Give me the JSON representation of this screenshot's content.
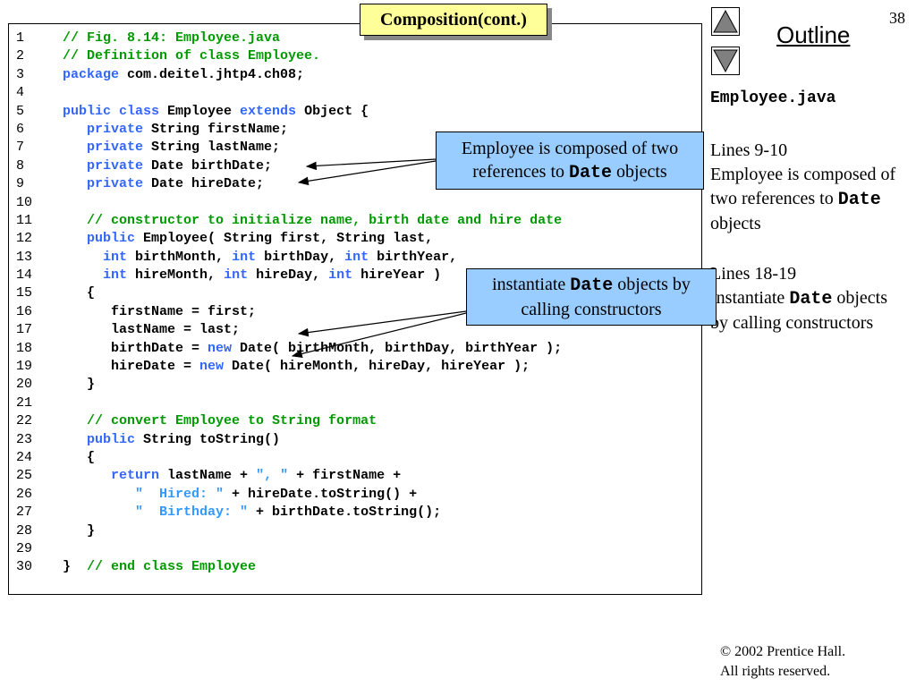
{
  "slide": {
    "title": "Composition(cont.)",
    "page_number": "38",
    "outline_label": "Outline",
    "nav": {
      "up_label": "previous slide",
      "down_label": "next slide"
    }
  },
  "sidebar": {
    "file_name": "Employee.java",
    "note1": {
      "lines": "Lines 9-10",
      "text_before": "Employee is composed of two references to ",
      "code": "Date",
      "text_after": " objects"
    },
    "note2": {
      "lines": "Lines 18-19",
      "text_before": "Instantiate ",
      "code": "Date",
      "text_after": " objects by calling constructors"
    }
  },
  "callouts": {
    "composed": {
      "text_before": "Employee is composed of two references to ",
      "code": "Date",
      "text_after": " objects"
    },
    "instantiate": {
      "text_before": "instantiate ",
      "code": "Date",
      "text_after": " objects by calling constructors"
    }
  },
  "footer": {
    "copyright_symbol": "©",
    "copyright_line1": " 2002 Prentice Hall.",
    "copyright_line2": "All rights reserved."
  },
  "code": [
    {
      "n": "1",
      "t": [
        [
          "c",
          "// Fig. 8.14: Employee.java"
        ]
      ]
    },
    {
      "n": "2",
      "t": [
        [
          "c",
          "// Definition of class Employee."
        ]
      ]
    },
    {
      "n": "3",
      "t": [
        [
          "k",
          "package"
        ],
        [
          "p",
          " com.deitel.jhtp4.ch08;"
        ]
      ]
    },
    {
      "n": "4",
      "t": []
    },
    {
      "n": "5",
      "t": [
        [
          "k",
          "public class"
        ],
        [
          "p",
          " Employee "
        ],
        [
          "k",
          "extends"
        ],
        [
          "p",
          " Object {"
        ]
      ]
    },
    {
      "n": "6",
      "t": [
        [
          "p",
          "   "
        ],
        [
          "k",
          "private"
        ],
        [
          "p",
          " String firstName;"
        ]
      ]
    },
    {
      "n": "7",
      "t": [
        [
          "p",
          "   "
        ],
        [
          "k",
          "private"
        ],
        [
          "p",
          " String lastName;"
        ]
      ]
    },
    {
      "n": "8",
      "t": [
        [
          "p",
          "   "
        ],
        [
          "k",
          "private"
        ],
        [
          "p",
          " Date birthDate;"
        ]
      ]
    },
    {
      "n": "9",
      "t": [
        [
          "p",
          "   "
        ],
        [
          "k",
          "private"
        ],
        [
          "p",
          " Date hireDate;"
        ]
      ]
    },
    {
      "n": "10",
      "t": []
    },
    {
      "n": "11",
      "t": [
        [
          "p",
          "   "
        ],
        [
          "c",
          "// constructor to initialize name, birth date and hire date"
        ]
      ]
    },
    {
      "n": "12",
      "t": [
        [
          "p",
          "   "
        ],
        [
          "k",
          "public"
        ],
        [
          "p",
          " Employee( String first, String last,"
        ]
      ]
    },
    {
      "n": "13",
      "t": [
        [
          "p",
          "     "
        ],
        [
          "k",
          "int"
        ],
        [
          "p",
          " birthMonth, "
        ],
        [
          "k",
          "int"
        ],
        [
          "p",
          " birthDay, "
        ],
        [
          "k",
          "int"
        ],
        [
          "p",
          " birthYear,"
        ]
      ]
    },
    {
      "n": "14",
      "t": [
        [
          "p",
          "     "
        ],
        [
          "k",
          "int"
        ],
        [
          "p",
          " hireMonth, "
        ],
        [
          "k",
          "int"
        ],
        [
          "p",
          " hireDay, "
        ],
        [
          "k",
          "int"
        ],
        [
          "p",
          " hireYear )"
        ]
      ]
    },
    {
      "n": "15",
      "t": [
        [
          "p",
          "   {"
        ]
      ]
    },
    {
      "n": "16",
      "t": [
        [
          "p",
          "      firstName = first;"
        ]
      ]
    },
    {
      "n": "17",
      "t": [
        [
          "p",
          "      lastName = last;"
        ]
      ]
    },
    {
      "n": "18",
      "t": [
        [
          "p",
          "      birthDate = "
        ],
        [
          "k",
          "new"
        ],
        [
          "p",
          " Date( birthMonth, birthDay, birthYear );"
        ]
      ]
    },
    {
      "n": "19",
      "t": [
        [
          "p",
          "      hireDate = "
        ],
        [
          "k",
          "new"
        ],
        [
          "p",
          " Date( hireMonth, hireDay, hireYear );"
        ]
      ]
    },
    {
      "n": "20",
      "t": [
        [
          "p",
          "   }"
        ]
      ]
    },
    {
      "n": "21",
      "t": []
    },
    {
      "n": "22",
      "t": [
        [
          "p",
          "   "
        ],
        [
          "c",
          "// convert Employee to String format"
        ]
      ]
    },
    {
      "n": "23",
      "t": [
        [
          "p",
          "   "
        ],
        [
          "k",
          "public"
        ],
        [
          "p",
          " String toString()"
        ]
      ]
    },
    {
      "n": "24",
      "t": [
        [
          "p",
          "   {"
        ]
      ]
    },
    {
      "n": "25",
      "t": [
        [
          "p",
          "      "
        ],
        [
          "k",
          "return"
        ],
        [
          "p",
          " lastName + "
        ],
        [
          "s",
          "\", \""
        ],
        [
          "p",
          " + firstName +"
        ]
      ]
    },
    {
      "n": "26",
      "t": [
        [
          "p",
          "         "
        ],
        [
          "s",
          "\"  Hired: \""
        ],
        [
          "p",
          " + hireDate.toString() +"
        ]
      ]
    },
    {
      "n": "27",
      "t": [
        [
          "p",
          "         "
        ],
        [
          "s",
          "\"  Birthday: \""
        ],
        [
          "p",
          " + birthDate.toString();"
        ]
      ]
    },
    {
      "n": "28",
      "t": [
        [
          "p",
          "   }"
        ]
      ]
    },
    {
      "n": "29",
      "t": []
    },
    {
      "n": "30",
      "t": [
        [
          "p",
          "}  "
        ],
        [
          "c",
          "// end class Employee"
        ]
      ]
    }
  ]
}
